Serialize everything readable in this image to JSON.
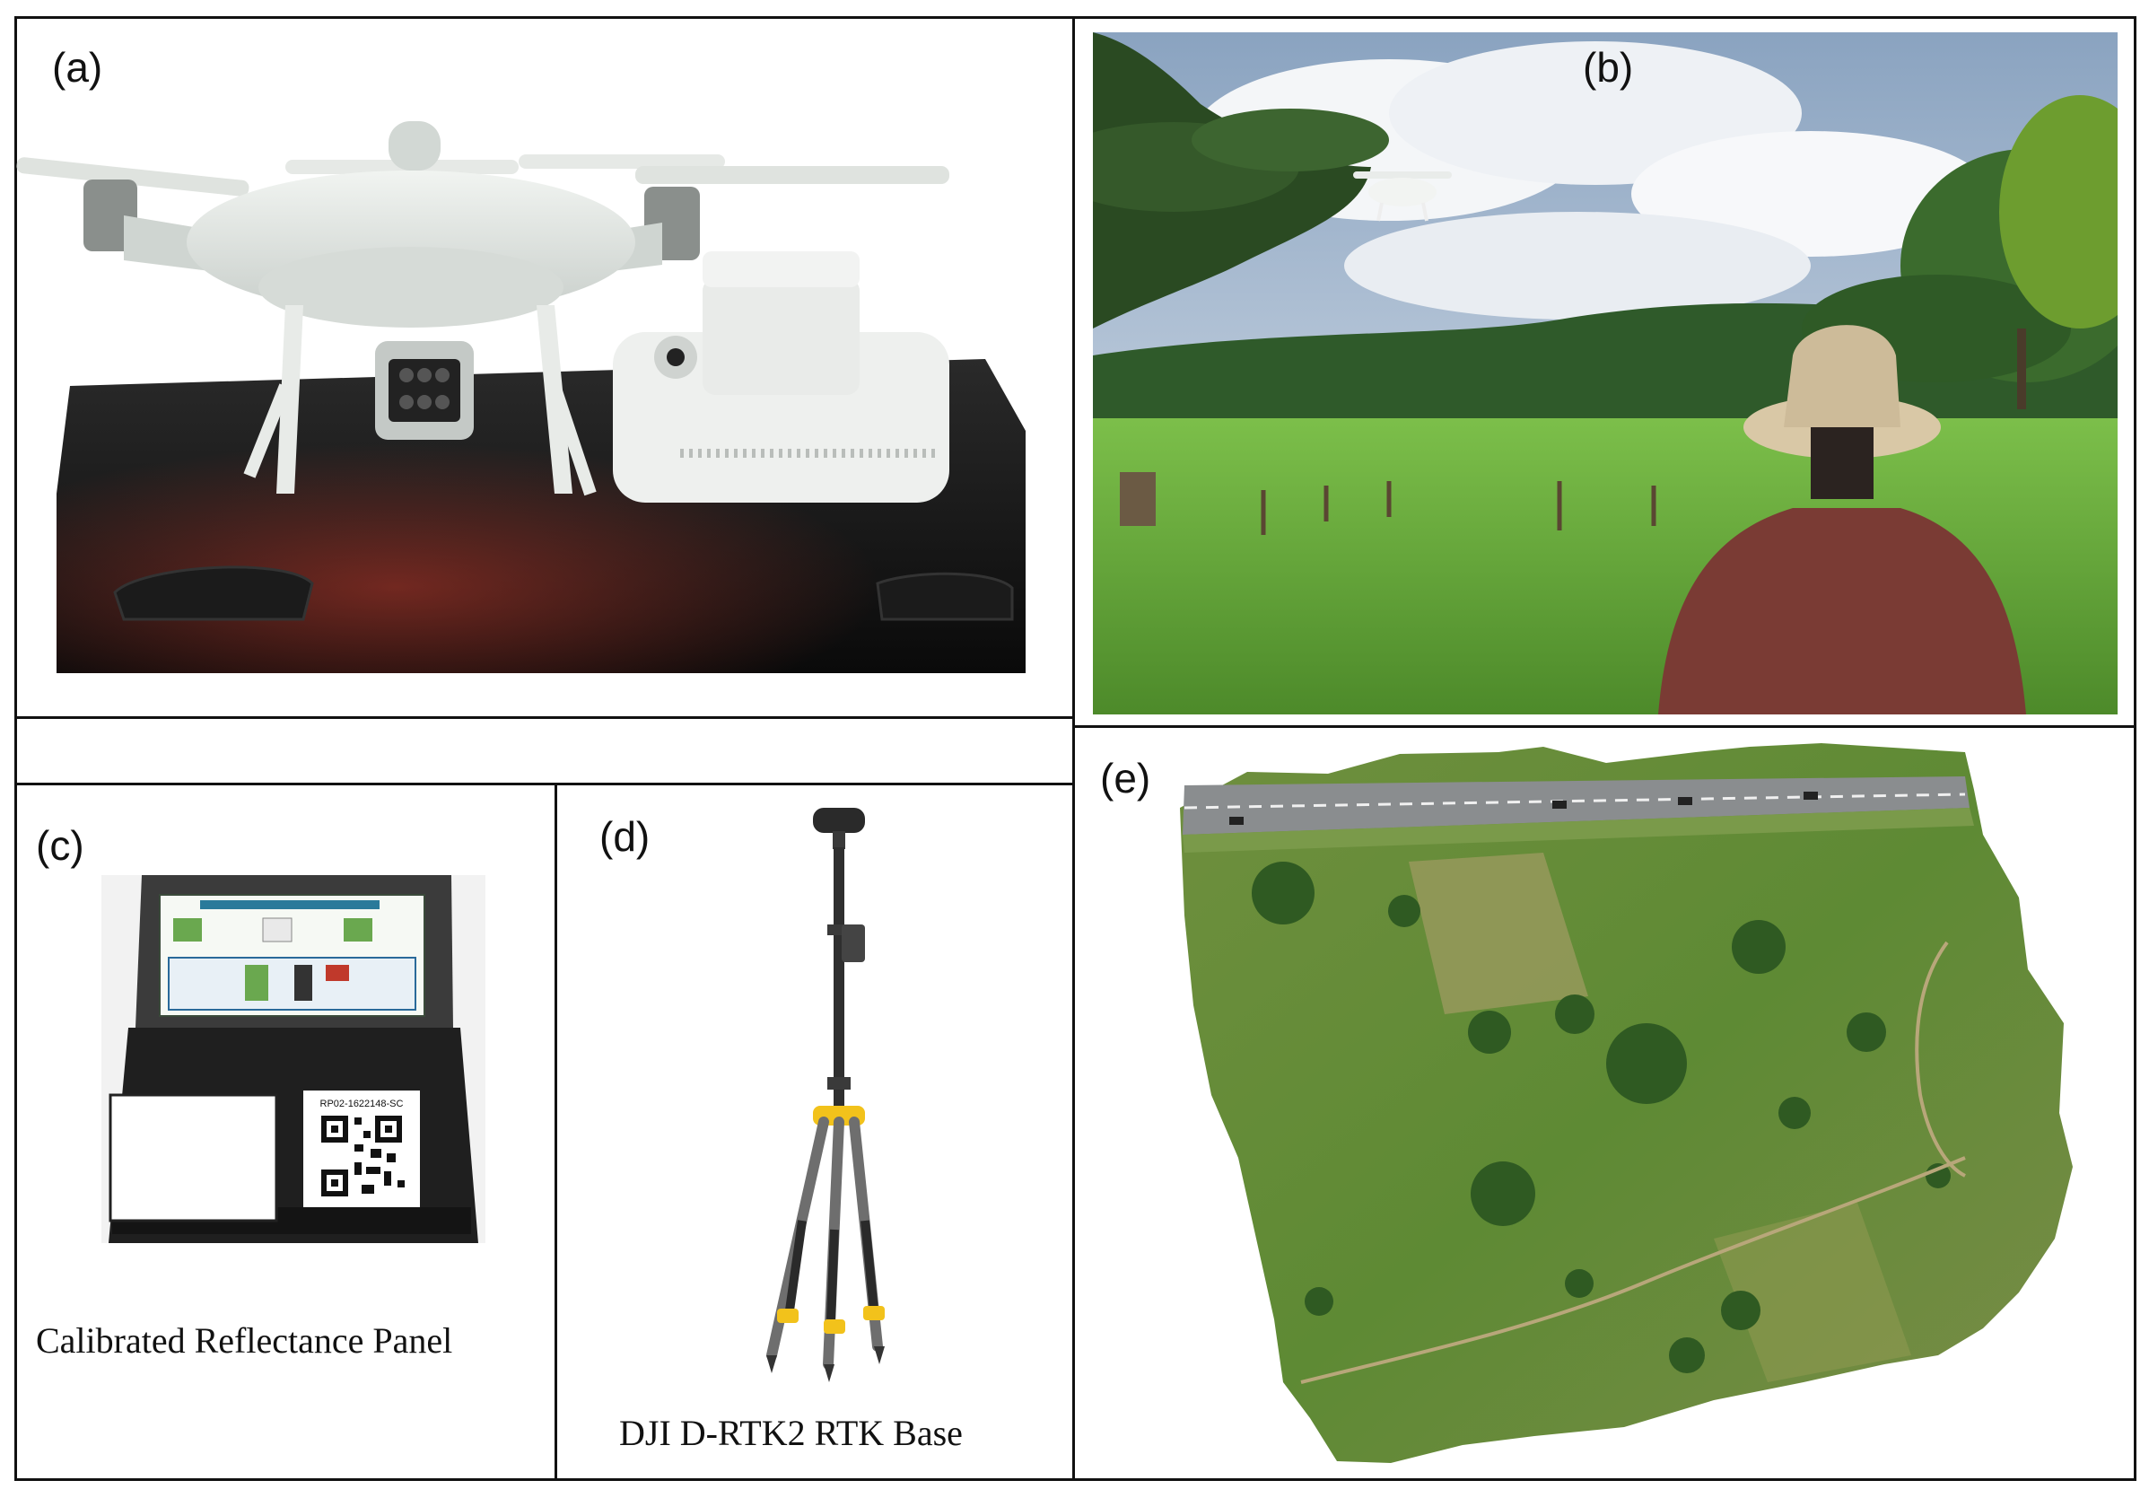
{
  "panels": {
    "a": {
      "label": "(a)"
    },
    "b": {
      "label": "(b)"
    },
    "c": {
      "label": "(c)",
      "caption": "Calibrated Reflectance Panel",
      "serial_text": "RP02-1622148-SC"
    },
    "d": {
      "label": "(d)",
      "caption": "DJI D-RTK2 RTK Base"
    },
    "e": {
      "label": "(e)"
    }
  },
  "colors": {
    "frame": "#111111",
    "sky": "#b9c9dc",
    "grass": "#5f9a34",
    "drone": "#e3e7e3",
    "shirt": "#7a3b34",
    "tripod_accent": "#f2c21b"
  },
  "icons": [
    "drone-icon",
    "remote-controller-icon",
    "tripod-icon",
    "qr-code-icon"
  ]
}
